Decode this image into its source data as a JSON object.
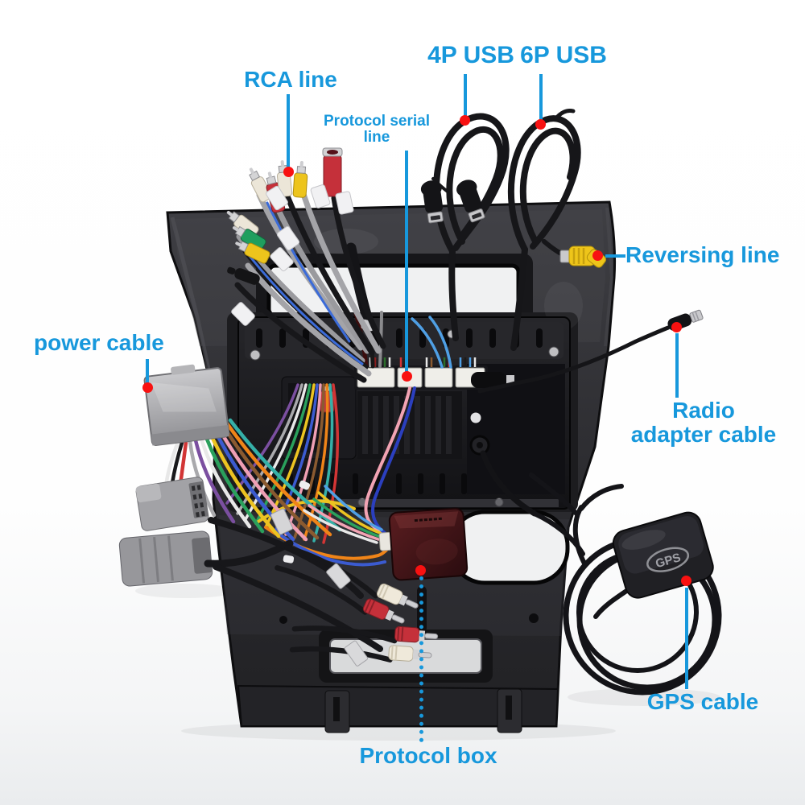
{
  "meta": {
    "type": "annotated-product-photo",
    "subject": "Car radio dash installation kit: fascia frame, head unit rear and wiring harness with labeled cables",
    "background_color": "#ffffff",
    "accent_color": "#1798dc",
    "marker_color": "#f81111"
  },
  "callouts": {
    "rca_line": {
      "text": "RCA line"
    },
    "protocol_serial_line": {
      "line1": "Protocol serial",
      "line2": "line"
    },
    "usb_4p": {
      "text": "4P USB"
    },
    "usb_6p": {
      "text": "6P USB"
    },
    "reversing_line": {
      "text": "Reversing line"
    },
    "power_cable": {
      "text": "power cable"
    },
    "radio_adapter_cable": {
      "line1": "Radio",
      "line2": "adapter cable"
    },
    "gps_cable": {
      "text": "GPS cable"
    },
    "protocol_box": {
      "text": "Protocol box"
    }
  },
  "photo_parts": {
    "gps_antenna_logo": "GPS"
  }
}
